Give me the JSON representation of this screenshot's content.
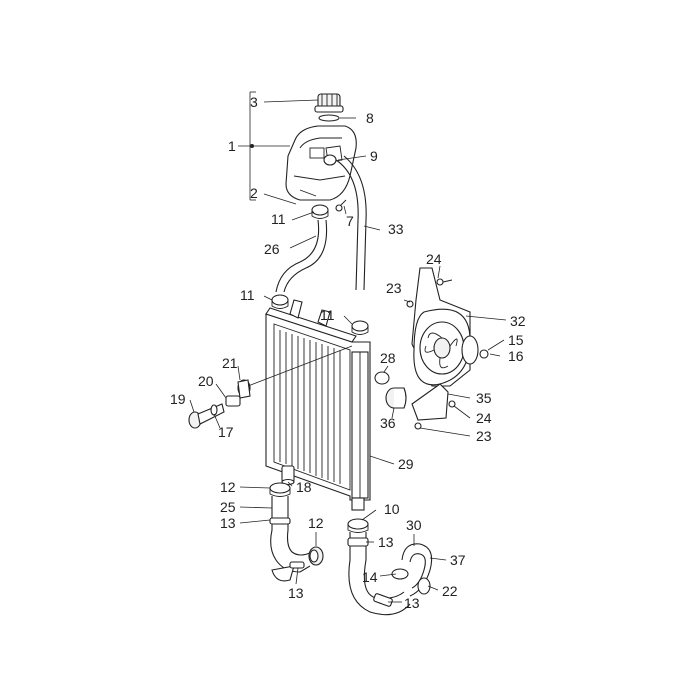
{
  "labels": {
    "p1": "1",
    "p2": "2",
    "p3": "3",
    "p8": "8",
    "p9": "9",
    "p7": "7",
    "p11a": "11",
    "p11b": "11",
    "p11c": "11",
    "p33": "33",
    "p26": "26",
    "p24a": "24",
    "p23a": "23",
    "p32": "32",
    "p15": "15",
    "p16": "16",
    "p28": "28",
    "p21": "21",
    "p20": "20",
    "p19": "19",
    "p17": "17",
    "p36": "36",
    "p35": "35",
    "p24b": "24",
    "p23b": "23",
    "p29": "29",
    "p12a": "12",
    "p18": "18",
    "p25": "25",
    "p13a": "13",
    "p12b": "12",
    "p10": "10",
    "p13b": "13",
    "p30": "30",
    "p37": "37",
    "p14": "14",
    "p22": "22",
    "p13c": "13",
    "p13d": "13"
  }
}
